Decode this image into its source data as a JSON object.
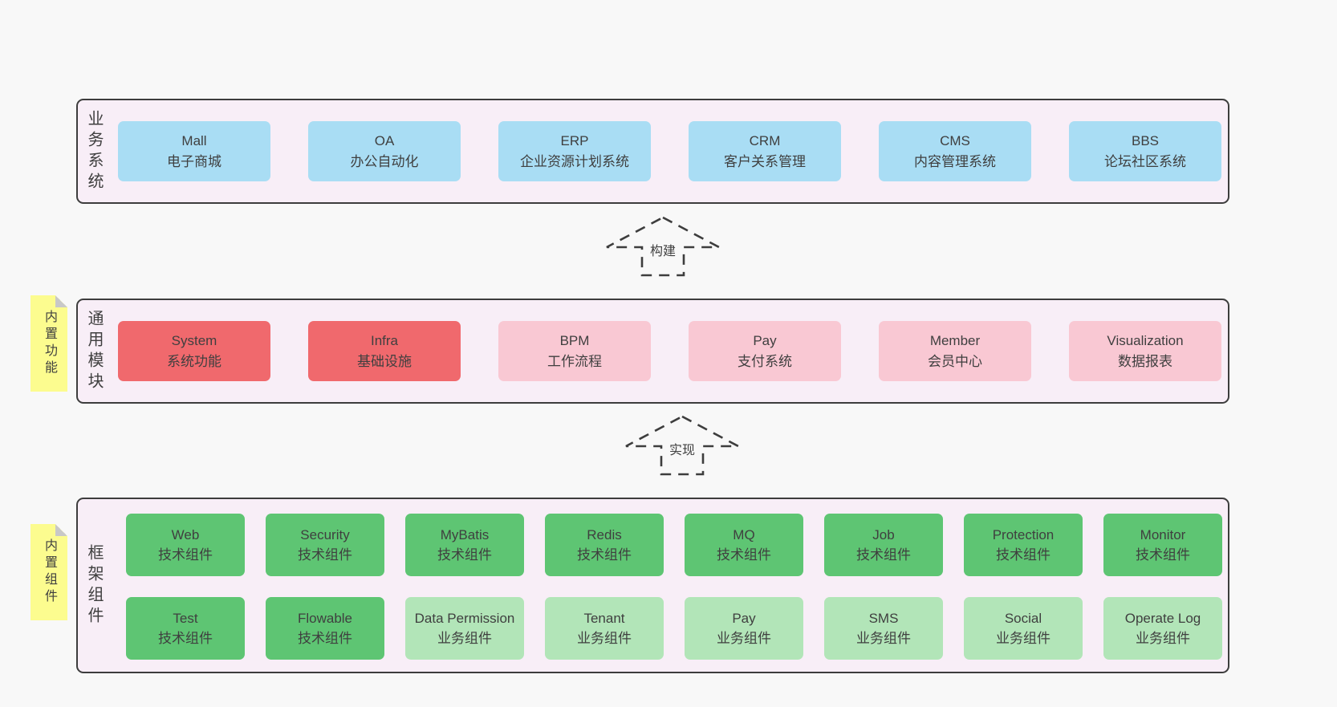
{
  "colors": {
    "page-bg": "#f8f8f8",
    "band-bg": "#f8eef7",
    "band-border": "#3d3d3d",
    "text": "#3f3f3f",
    "box-blue": "#a9ddf4",
    "box-red": "#f0696d",
    "box-pink": "#f9c8d3",
    "box-green": "#5ec573",
    "box-lightgreen": "#b2e5b8",
    "note-yellow": "#fcfc8f",
    "note-fold": "#c8c8c8"
  },
  "sections": {
    "business": {
      "label": "业务系统",
      "boxes": [
        {
          "title": "Mall",
          "subtitle": "电子商城"
        },
        {
          "title": "OA",
          "subtitle": "办公自动化"
        },
        {
          "title": "ERP",
          "subtitle": "企业资源计划系统"
        },
        {
          "title": "CRM",
          "subtitle": "客户关系管理"
        },
        {
          "title": "CMS",
          "subtitle": "内容管理系统"
        },
        {
          "title": "BBS",
          "subtitle": "论坛社区系统"
        }
      ]
    },
    "modules": {
      "label": "通用模块",
      "note": "内置功能",
      "boxes": [
        {
          "title": "System",
          "subtitle": "系统功能"
        },
        {
          "title": "Infra",
          "subtitle": "基础设施"
        },
        {
          "title": "BPM",
          "subtitle": "工作流程"
        },
        {
          "title": "Pay",
          "subtitle": "支付系统"
        },
        {
          "title": "Member",
          "subtitle": "会员中心"
        },
        {
          "title": "Visualization",
          "subtitle": "数据报表"
        }
      ]
    },
    "framework": {
      "label": "框架组件",
      "note": "内置组件",
      "row1": [
        {
          "title": "Web",
          "subtitle": "技术组件"
        },
        {
          "title": "Security",
          "subtitle": "技术组件"
        },
        {
          "title": "MyBatis",
          "subtitle": "技术组件"
        },
        {
          "title": "Redis",
          "subtitle": "技术组件"
        },
        {
          "title": "MQ",
          "subtitle": "技术组件"
        },
        {
          "title": "Job",
          "subtitle": "技术组件"
        },
        {
          "title": "Protection",
          "subtitle": "技术组件"
        },
        {
          "title": "Monitor",
          "subtitle": "技术组件"
        }
      ],
      "row2": [
        {
          "title": "Test",
          "subtitle": "技术组件"
        },
        {
          "title": "Flowable",
          "subtitle": "技术组件"
        },
        {
          "title": "Data Permission",
          "subtitle": "业务组件"
        },
        {
          "title": "Tenant",
          "subtitle": "业务组件"
        },
        {
          "title": "Pay",
          "subtitle": "业务组件"
        },
        {
          "title": "SMS",
          "subtitle": "业务组件"
        },
        {
          "title": "Social",
          "subtitle": "业务组件"
        },
        {
          "title": "Operate Log",
          "subtitle": "业务组件"
        }
      ]
    }
  },
  "arrows": [
    {
      "label": "构建"
    },
    {
      "label": "实现"
    }
  ]
}
